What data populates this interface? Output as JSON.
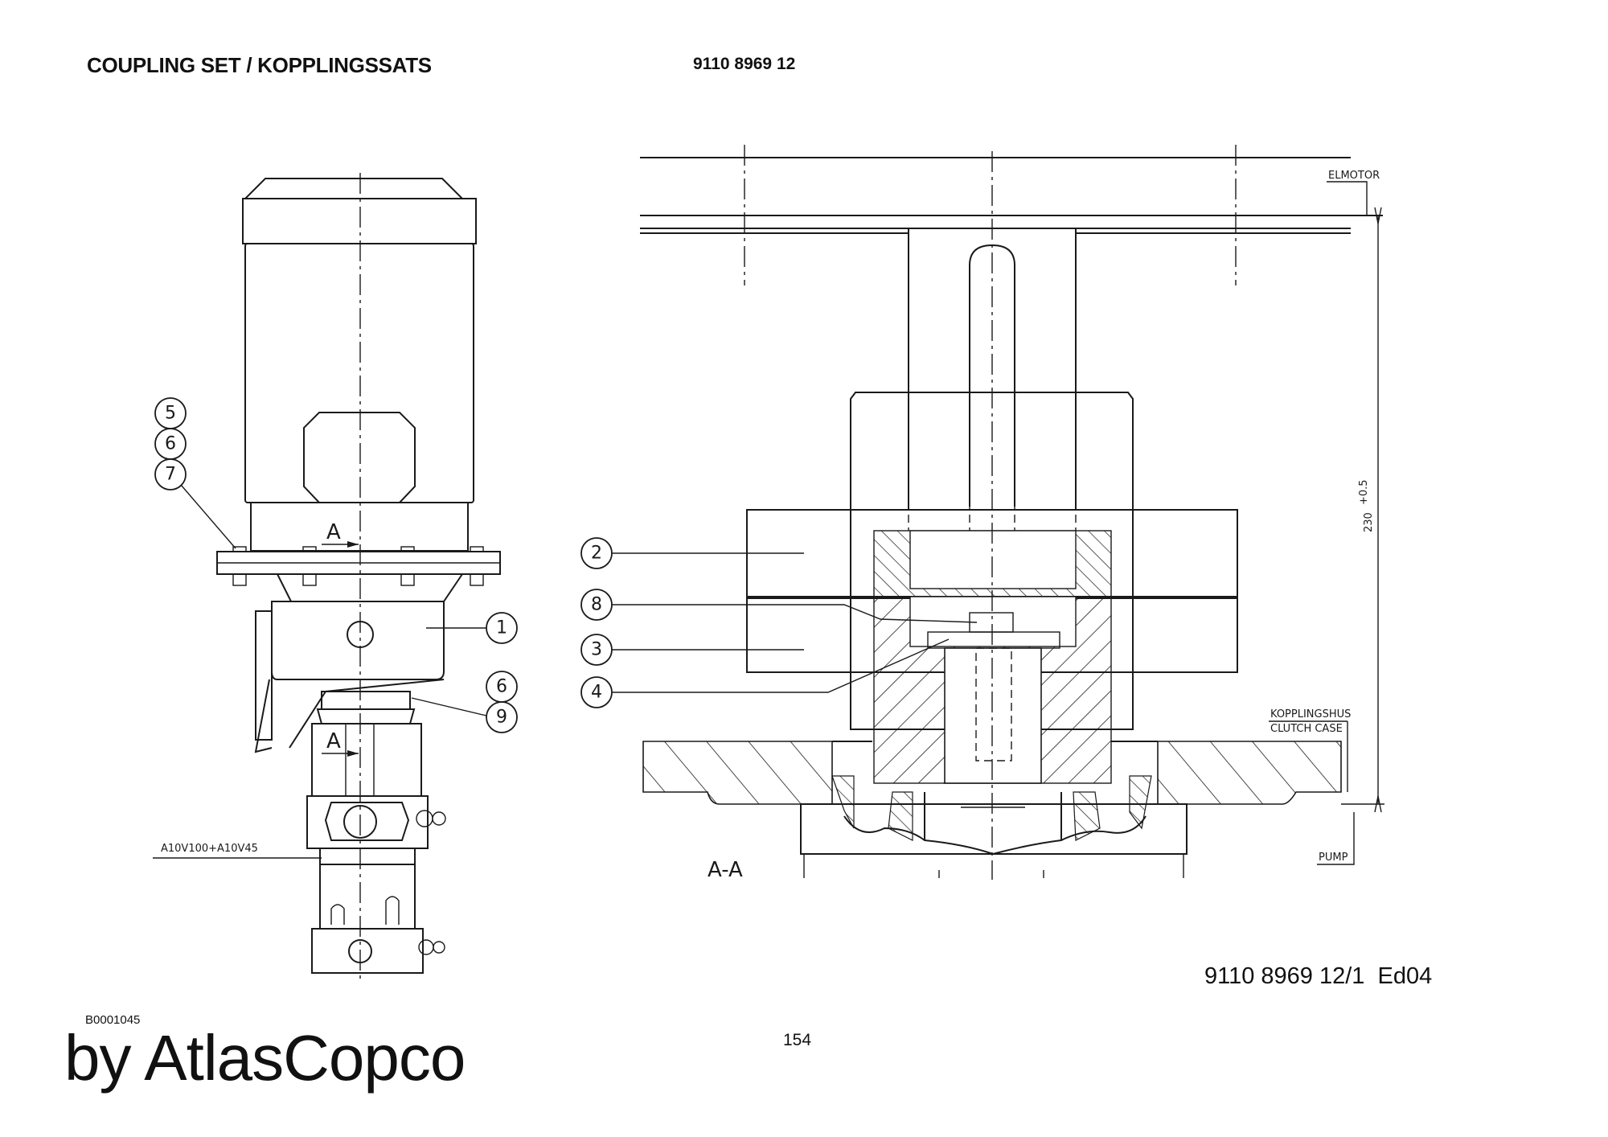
{
  "header": {
    "title": "COUPLING SET / KOPPLINGSSATS",
    "part_number": "9110 8969 12"
  },
  "drawing": {
    "left_view": {
      "model_label": "A10V100+A10V45",
      "section_marker": "A",
      "callouts": [
        "5",
        "6",
        "7",
        "1",
        "6",
        "9"
      ]
    },
    "section_view": {
      "title": "A-A",
      "callouts": [
        "2",
        "8",
        "3",
        "4"
      ],
      "labels": {
        "motor": "ELMOTOR",
        "clutch_sv": "KOPPLINGSHUS",
        "clutch_en": "CLUTCH CASE",
        "pump": "PUMP"
      },
      "dimension": "230",
      "tolerance": "+0.5"
    },
    "reference": "9110 8969 12/1  Ed04"
  },
  "footer": {
    "code": "B0001045",
    "page": "154",
    "brand": "by AtlasCopco"
  },
  "colors": {
    "ink": "#1a1a1a",
    "paper": "#ffffff"
  }
}
